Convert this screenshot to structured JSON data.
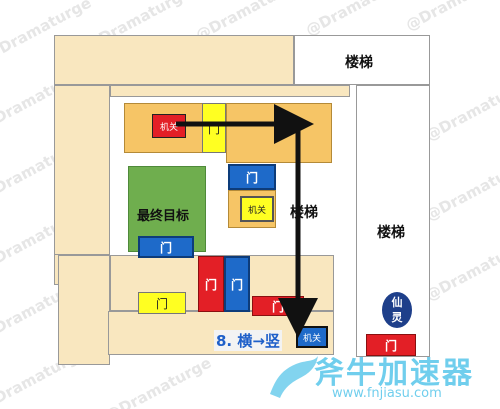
{
  "watermark": "@Dramaturge",
  "map": {
    "stairs_top": "楼梯",
    "stairs_right": "楼梯",
    "stairs_middle": "楼梯",
    "final_target": "最终目标",
    "door": "门",
    "switch": "机关",
    "spirit": "仙\n灵",
    "step_label": "8. 横→竖"
  },
  "branding": {
    "logo_text": "斧牛加速器",
    "url": "www.fnjiasu.com"
  }
}
